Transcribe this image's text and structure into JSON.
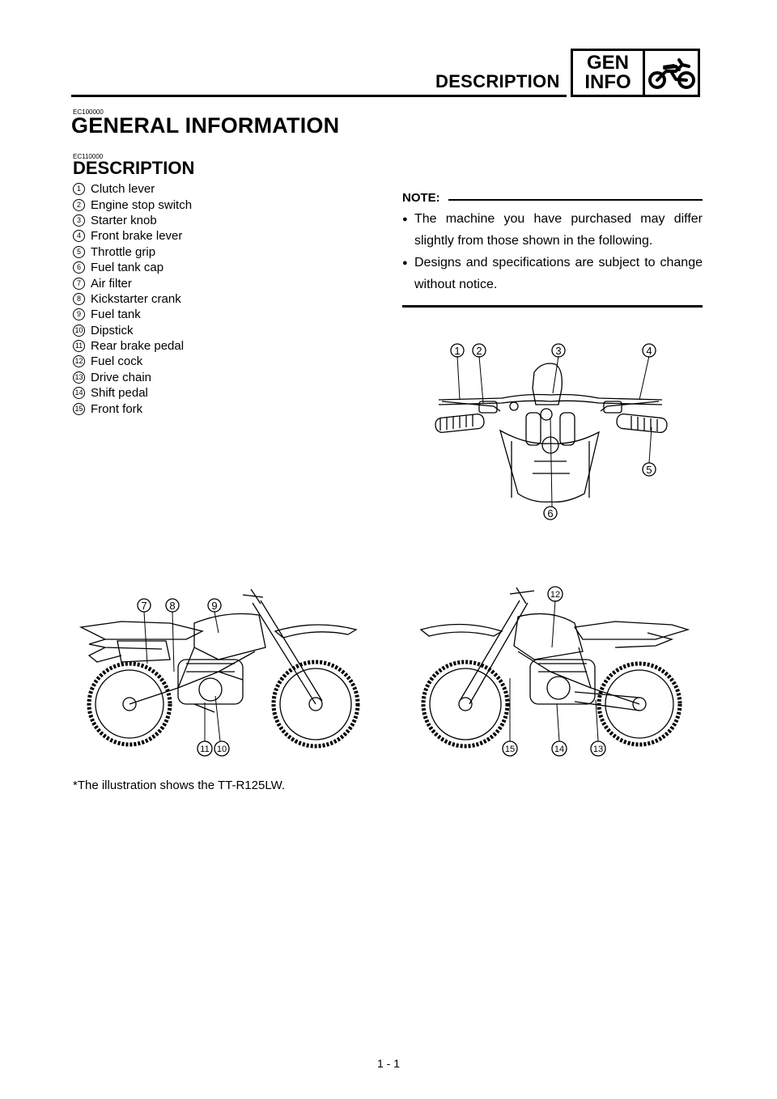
{
  "header": {
    "section_title": "DESCRIPTION",
    "badge_line1": "GEN",
    "badge_line2": "INFO",
    "badge_icon": "motorcycle-icon"
  },
  "chapter": {
    "code": "EC100000",
    "title": "GENERAL INFORMATION"
  },
  "section": {
    "code": "EC110000",
    "title": "DESCRIPTION"
  },
  "parts": [
    {
      "num": "1",
      "label": "Clutch lever"
    },
    {
      "num": "2",
      "label": "Engine stop switch"
    },
    {
      "num": "3",
      "label": "Starter knob"
    },
    {
      "num": "4",
      "label": "Front brake lever"
    },
    {
      "num": "5",
      "label": "Throttle grip"
    },
    {
      "num": "6",
      "label": "Fuel tank cap"
    },
    {
      "num": "7",
      "label": "Air filter"
    },
    {
      "num": "8",
      "label": "Kickstarter crank"
    },
    {
      "num": "9",
      "label": "Fuel tank"
    },
    {
      "num": "10",
      "label": "Dipstick"
    },
    {
      "num": "11",
      "label": "Rear brake pedal"
    },
    {
      "num": "12",
      "label": "Fuel cock"
    },
    {
      "num": "13",
      "label": "Drive chain"
    },
    {
      "num": "14",
      "label": "Shift pedal"
    },
    {
      "num": "15",
      "label": "Front fork"
    }
  ],
  "note": {
    "label": "NOTE:",
    "items": [
      "The machine you have purchased may differ slightly from those shown in the following.",
      "Designs and specifications are subject to change without notice."
    ]
  },
  "figures": {
    "handlebar_callouts": [
      "1",
      "2",
      "3",
      "4",
      "5",
      "6"
    ],
    "left_side_callouts": [
      "7",
      "8",
      "9",
      "11",
      "10"
    ],
    "right_side_callouts": [
      "12",
      "15",
      "14",
      "13"
    ]
  },
  "caption": "*The illustration shows the TT-R125LW.",
  "page_number": "1 - 1"
}
